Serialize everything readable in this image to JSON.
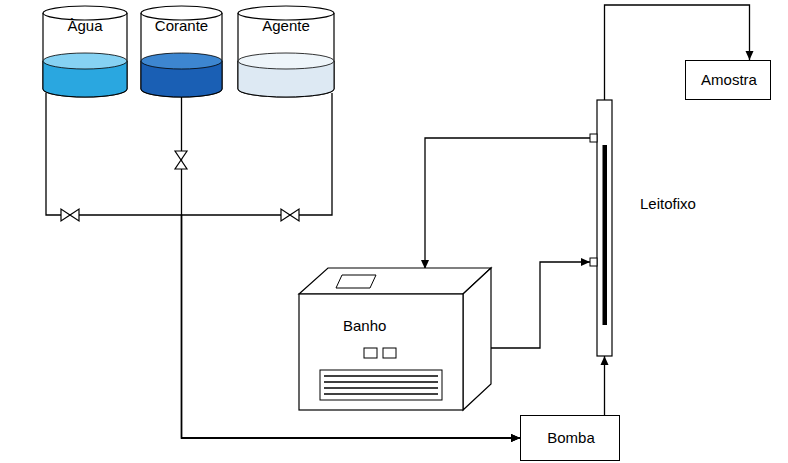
{
  "diagram": {
    "nodes": [
      {
        "text": [
          "Àgua"
        ]
      },
      {
        "text": [
          "Corante"
        ]
      },
      {
        "text": [
          "Agente"
        ]
      },
      {
        "text": [
          "Amostra"
        ]
      },
      {
        "text": [
          "Leitofixo"
        ]
      },
      {
        "text": [
          "Banho"
        ]
      },
      {
        "text": [
          "Bomba"
        ]
      }
    ],
    "edges": [
      {
        "from": 0,
        "to": 6,
        "arrow": "to"
      },
      {
        "from": 1,
        "to": 6,
        "arrow": "to"
      },
      {
        "from": 2,
        "to": 6,
        "arrow": "to"
      },
      {
        "from": 6,
        "to": 4,
        "arrow": "to"
      },
      {
        "from": 4,
        "to": 3,
        "arrow": "to"
      },
      {
        "from": 5,
        "to": 4,
        "arrow": "to"
      },
      {
        "from": 4,
        "to": 5,
        "arrow": "to"
      }
    ]
  }
}
